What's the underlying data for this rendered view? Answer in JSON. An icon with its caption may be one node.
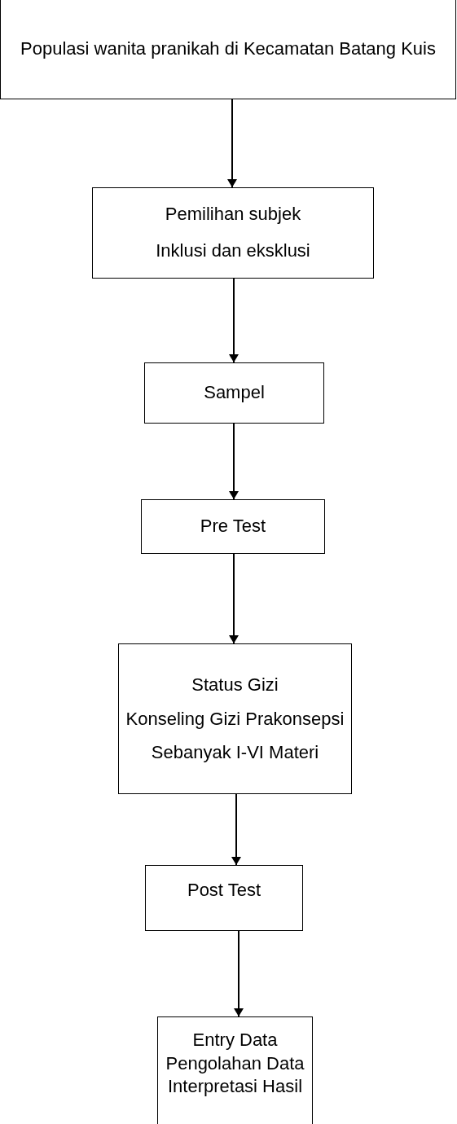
{
  "diagram": {
    "nodes": [
      {
        "text": [
          "Populasi wanita pranikah di Kecamatan Batang Kuis"
        ]
      },
      {
        "text": [
          "Pemilihan subjek",
          "Inklusi dan eksklusi"
        ]
      },
      {
        "text": [
          "Sampel"
        ]
      },
      {
        "text": [
          "Pre Test"
        ]
      },
      {
        "text": [
          "Status Gizi",
          "Konseling Gizi Prakonsepsi",
          "Sebanyak I-VI Materi"
        ]
      },
      {
        "text": [
          "Post Test"
        ]
      },
      {
        "text": [
          "Entry Data",
          "Pengolahan Data",
          "Interpretasi Hasil"
        ]
      }
    ],
    "edges": [
      {
        "from": 0,
        "to": 1,
        "arrow": "to"
      },
      {
        "from": 1,
        "to": 2,
        "arrow": "to"
      },
      {
        "from": 2,
        "to": 3,
        "arrow": "to"
      },
      {
        "from": 3,
        "to": 4,
        "arrow": "to"
      },
      {
        "from": 4,
        "to": 5,
        "arrow": "to"
      },
      {
        "from": 5,
        "to": 6,
        "arrow": "to"
      }
    ]
  }
}
